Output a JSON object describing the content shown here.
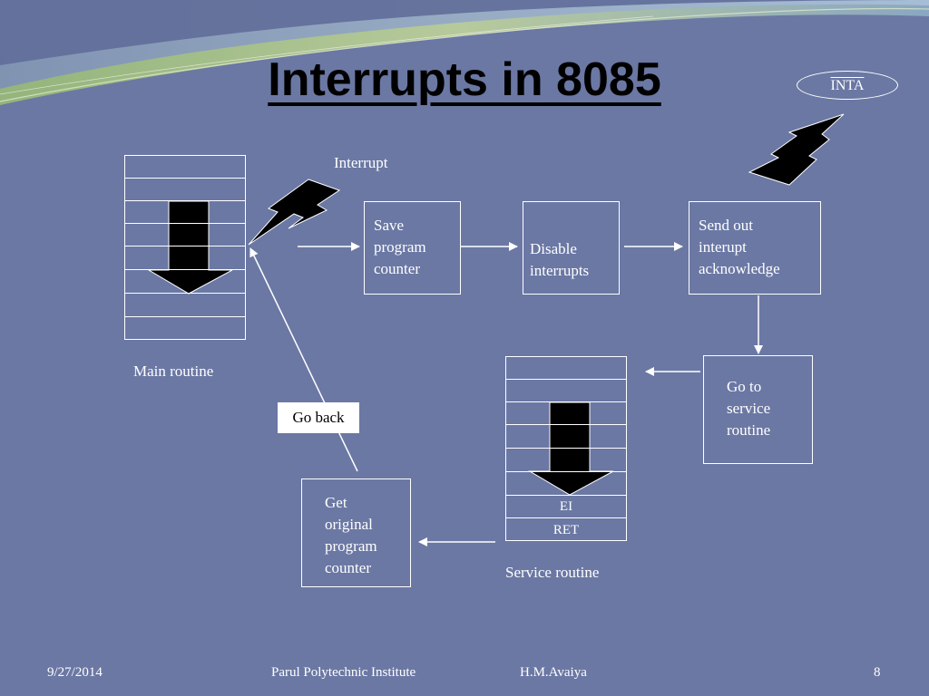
{
  "slide": {
    "title": "Interrupts in 8085",
    "inta_label": "INTA",
    "interrupt_label": "Interrupt",
    "main_routine_label": "Main routine",
    "service_routine_label": "Service routine",
    "go_back_label": "Go back",
    "ei_label": "EI",
    "ret_label": "RET"
  },
  "boxes": {
    "save": "Save\nprogram\ncounter",
    "disable": "Disable\ninterrupts",
    "send": "Send out\ninterupt\nacknowledge",
    "goto": "Go to\nservice\nroutine",
    "get": "Get\noriginal\nprogram\ncounter"
  },
  "footer": {
    "date": "9/27/2014",
    "institute": "Parul Polytechnic Institute",
    "author": "H.M.Avaiya",
    "page": "8"
  },
  "colors": {
    "background": "#6b78a4",
    "line": "#ffffff",
    "title": "#000000"
  }
}
